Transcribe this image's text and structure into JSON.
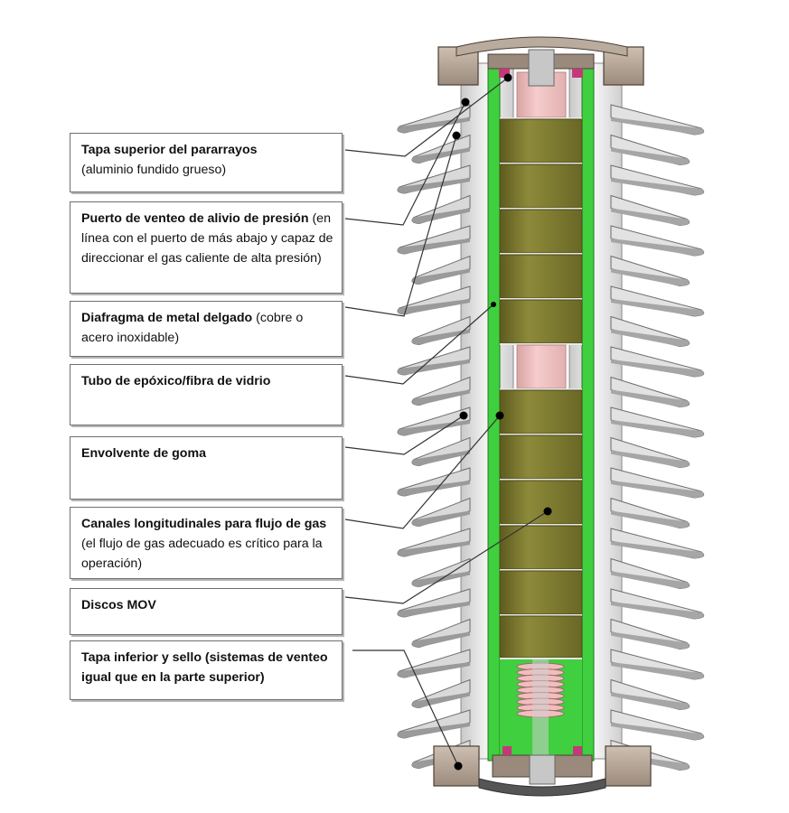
{
  "labels": {
    "tapa_superior": {
      "bold": "Tapa superior del pararrayos",
      "rest": "(aluminio fundido grueso)"
    },
    "puerto_venteo": {
      "bold": "Puerto de venteo de alivio de presión",
      "rest": "(en línea con el puerto de más abajo y capaz de direccionar el gas caliente de alta presión)"
    },
    "diafragma": {
      "bold": "Diafragma de metal delgado",
      "rest": "(cobre o acero inoxidable)"
    },
    "tubo": {
      "bold": "Tubo de epóxico/fibra de vidrio",
      "rest": ""
    },
    "envolvente": {
      "bold": "Envolvente de goma",
      "rest": ""
    },
    "canales": {
      "bold": "Canales longitudinales para flujo de gas",
      "rest": "(el flujo de gas adecuado es crítico para la operación)"
    },
    "discos": {
      "bold": "Discos MOV",
      "rest": ""
    },
    "tapa_inferior": {
      "bold": "Tapa inferior y sello (sistemas de venteo igual que en la parte superior)",
      "rest": ""
    }
  },
  "colors": {
    "shed": "#dcdcdc",
    "shed_shadow": "#8f8f8f",
    "mov_disc": "#7d7a2e",
    "pink_spacer": "#f2c4c4",
    "fiberglass_tube": "#3fcf3f",
    "end_cap": "#b8a89a",
    "leader_line": "#333333"
  }
}
